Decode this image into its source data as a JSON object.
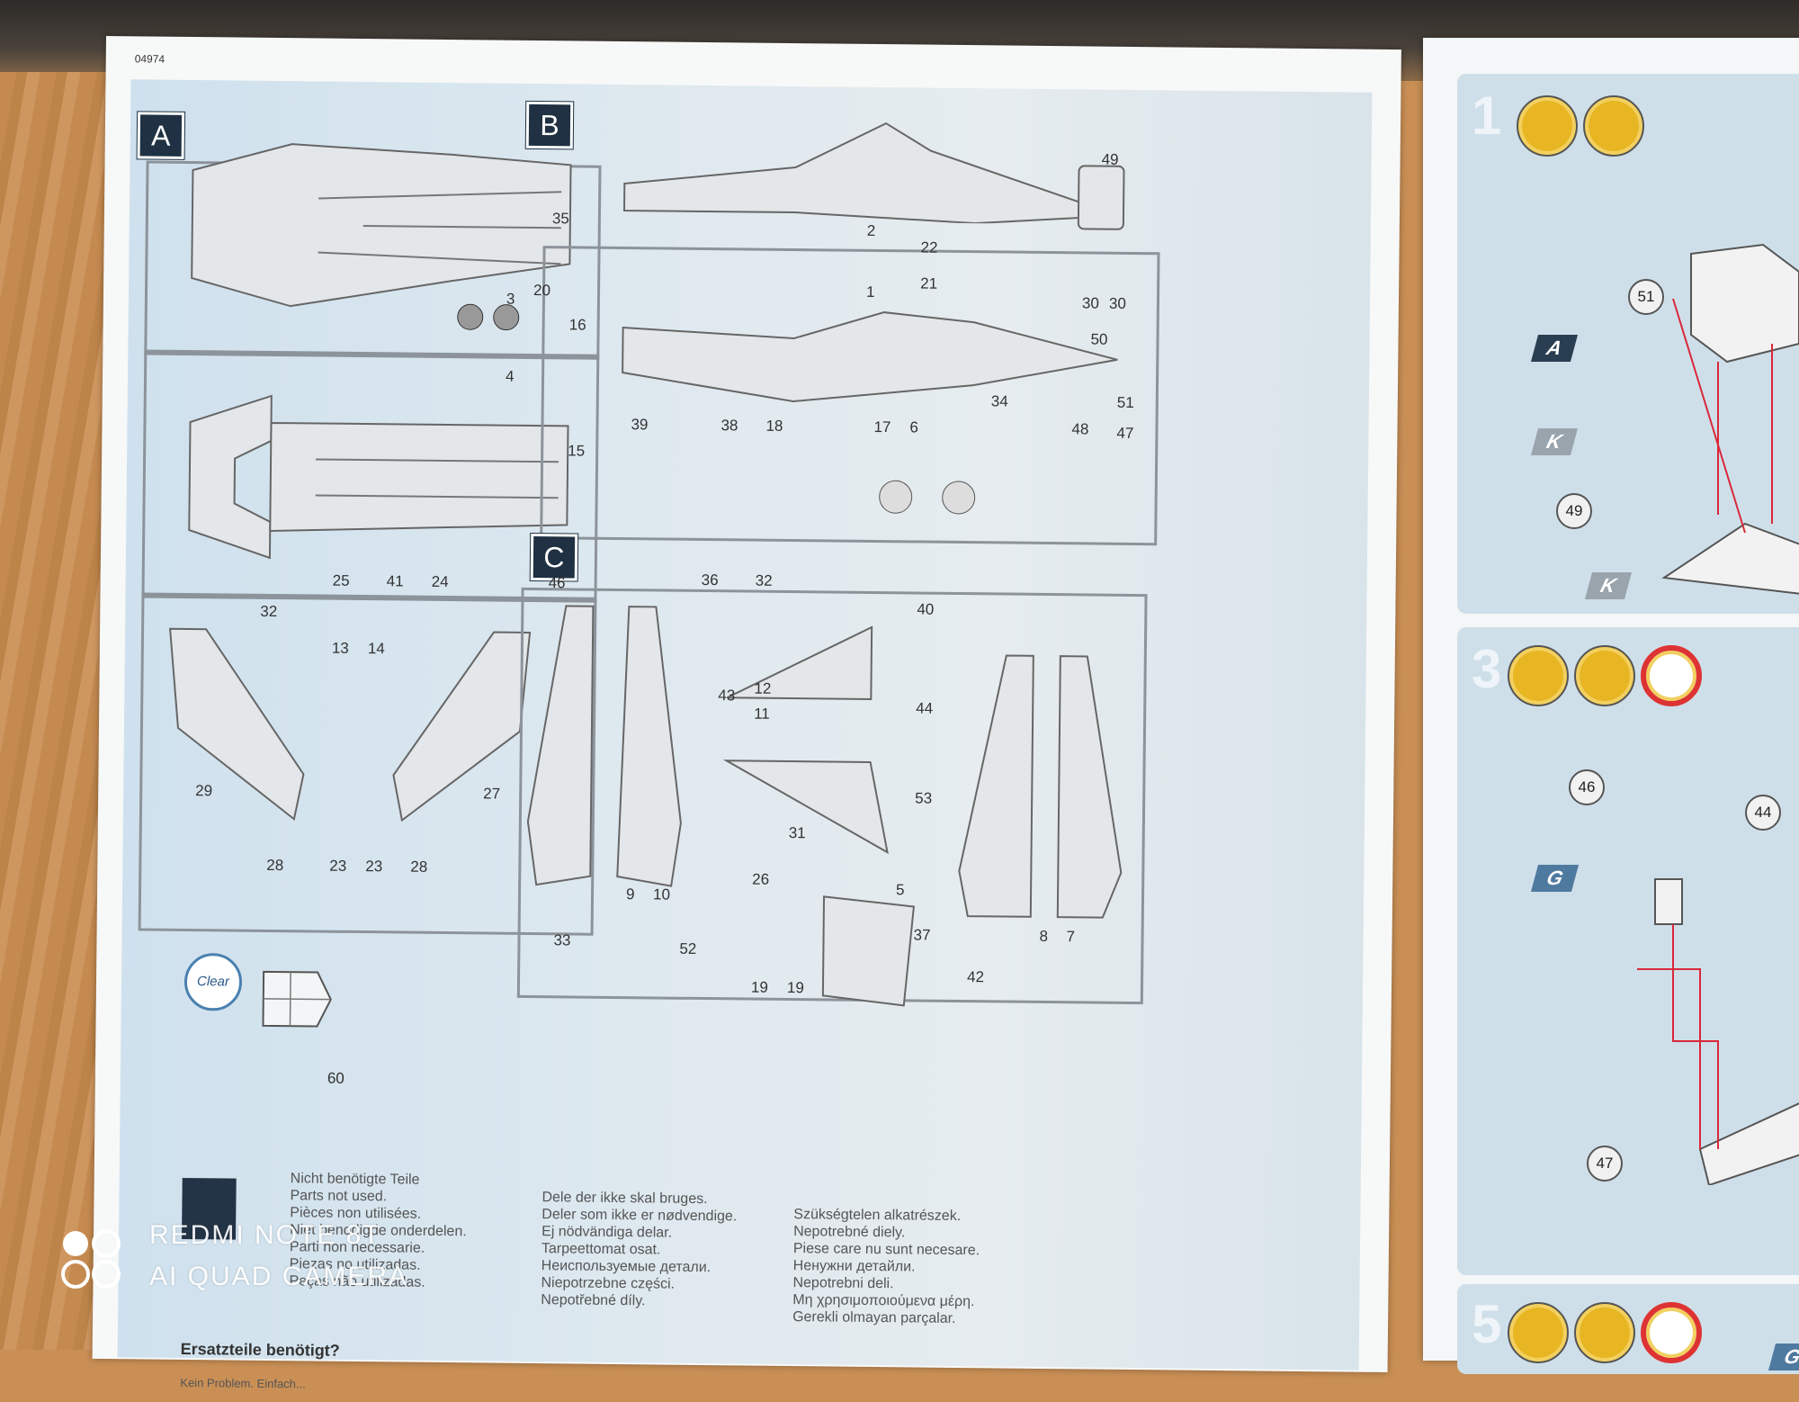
{
  "sheet": {
    "page_number": "04974",
    "sections": [
      "A",
      "B",
      "C"
    ]
  },
  "sprue_a": {
    "numbers": [
      "3",
      "20",
      "4",
      "25",
      "41",
      "24",
      "46",
      "32",
      "13",
      "14",
      "29",
      "27",
      "28",
      "23",
      "23",
      "28"
    ]
  },
  "sprue_b": {
    "numbers": [
      "35",
      "2",
      "49",
      "22",
      "21",
      "30",
      "30",
      "1",
      "16",
      "50",
      "34",
      "51",
      "15",
      "39",
      "38",
      "18",
      "17",
      "6",
      "48",
      "47"
    ]
  },
  "sprue_c": {
    "numbers": [
      "36",
      "32",
      "40",
      "12",
      "43",
      "11",
      "44",
      "53",
      "31",
      "26",
      "5",
      "37",
      "9",
      "10",
      "8",
      "7",
      "33",
      "52",
      "19",
      "19",
      "42"
    ]
  },
  "clear_part": {
    "badge": "Clear",
    "number": "60"
  },
  "legend": {
    "col1": [
      "Nicht benötigte Teile",
      "Parts not used.",
      "Pièces non utilisées.",
      "Niet benodigde onderdelen.",
      "Parti non necessarie.",
      "Piezas no utilizadas.",
      "Peças não utilizadas."
    ],
    "col2": [
      "Dele der ikke skal bruges.",
      "Deler som ikke er nødvendige.",
      "Ej nödvändiga delar.",
      "Tarpeettomat osat.",
      "Неиспользуемые детали.",
      "Niepotrzebne części.",
      "Nepotřebné díly."
    ],
    "col3": [
      "Szükségtelen alkatrészek.",
      "Nepotrebné diely.",
      "Piese care nu sunt necesare.",
      "Ненужни детайли.",
      "Nepotrebni deli.",
      "Μη χρησιμοποιούμενα μέρη.",
      "Gerekli olmayan parçalar."
    ],
    "heading": "Ersatzteile benötigt?",
    "subtext": "Kein Problem. Einfach..."
  },
  "steps": [
    {
      "number": "1",
      "callouts": [
        "51",
        "49"
      ],
      "tags": [
        "A",
        "K",
        "K"
      ]
    },
    {
      "number": "3",
      "callouts": [
        "46",
        "44",
        "47"
      ],
      "tags": [
        "G"
      ]
    },
    {
      "number": "5",
      "callouts": [],
      "tags": [
        "G"
      ]
    }
  ],
  "watermark": {
    "line1": "REDMI NOTE 8T",
    "line2": "AI QUAD CAMERA"
  },
  "colors": {
    "panel": "#d6e5ee",
    "section_label": "#1f3142",
    "tool_yellow": "#e8b623",
    "arrow_red": "#d9283a"
  }
}
